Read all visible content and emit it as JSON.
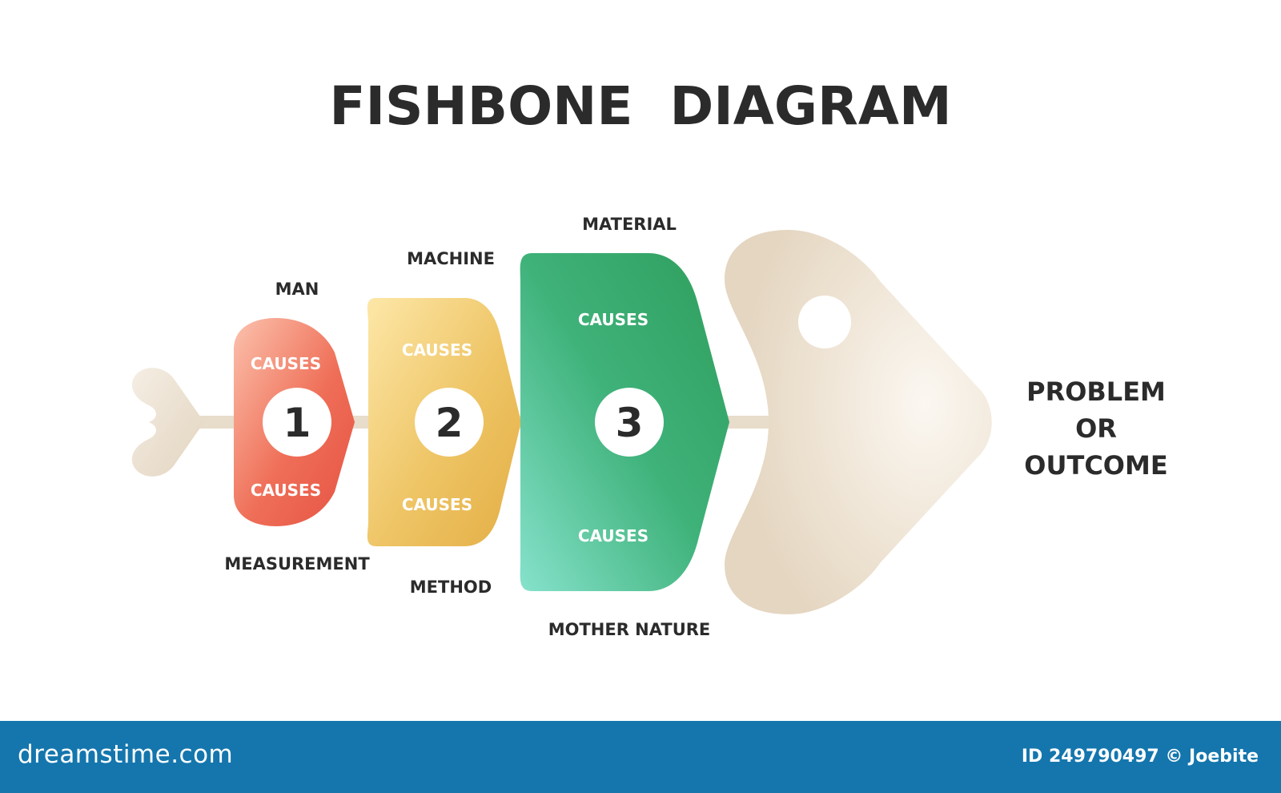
{
  "title": "FISHBONE  DIAGRAM",
  "bones": [
    {
      "number": "1",
      "top_label": "MAN",
      "bottom_label": "MEASUREMENT",
      "upper_cause": "CAUSES",
      "lower_cause": "CAUSES",
      "color_light": "#f9b7a3",
      "color_dark": "#ea5a47"
    },
    {
      "number": "2",
      "top_label": "MACHINE",
      "bottom_label": "METHOD",
      "upper_cause": "CAUSES",
      "lower_cause": "CAUSES",
      "color_light": "#fbe3a0",
      "color_dark": "#e6b549"
    },
    {
      "number": "3",
      "top_label": "MATERIAL",
      "bottom_label": "MOTHER NATURE",
      "upper_cause": "CAUSES",
      "lower_cause": "CAUSES",
      "color_light": "#8ee0cb",
      "color_dark": "#2f9e5e"
    }
  ],
  "outcome": {
    "line1": "PROBLEM",
    "line2": "OR",
    "line3": "OUTCOME"
  },
  "colors": {
    "spine": "#e8dccb",
    "head": "#eee3d2",
    "text_dark": "#2b2b2b"
  },
  "footer": {
    "brand": "dreamstime.com",
    "image_id": "ID 249790497 © Joebite"
  }
}
